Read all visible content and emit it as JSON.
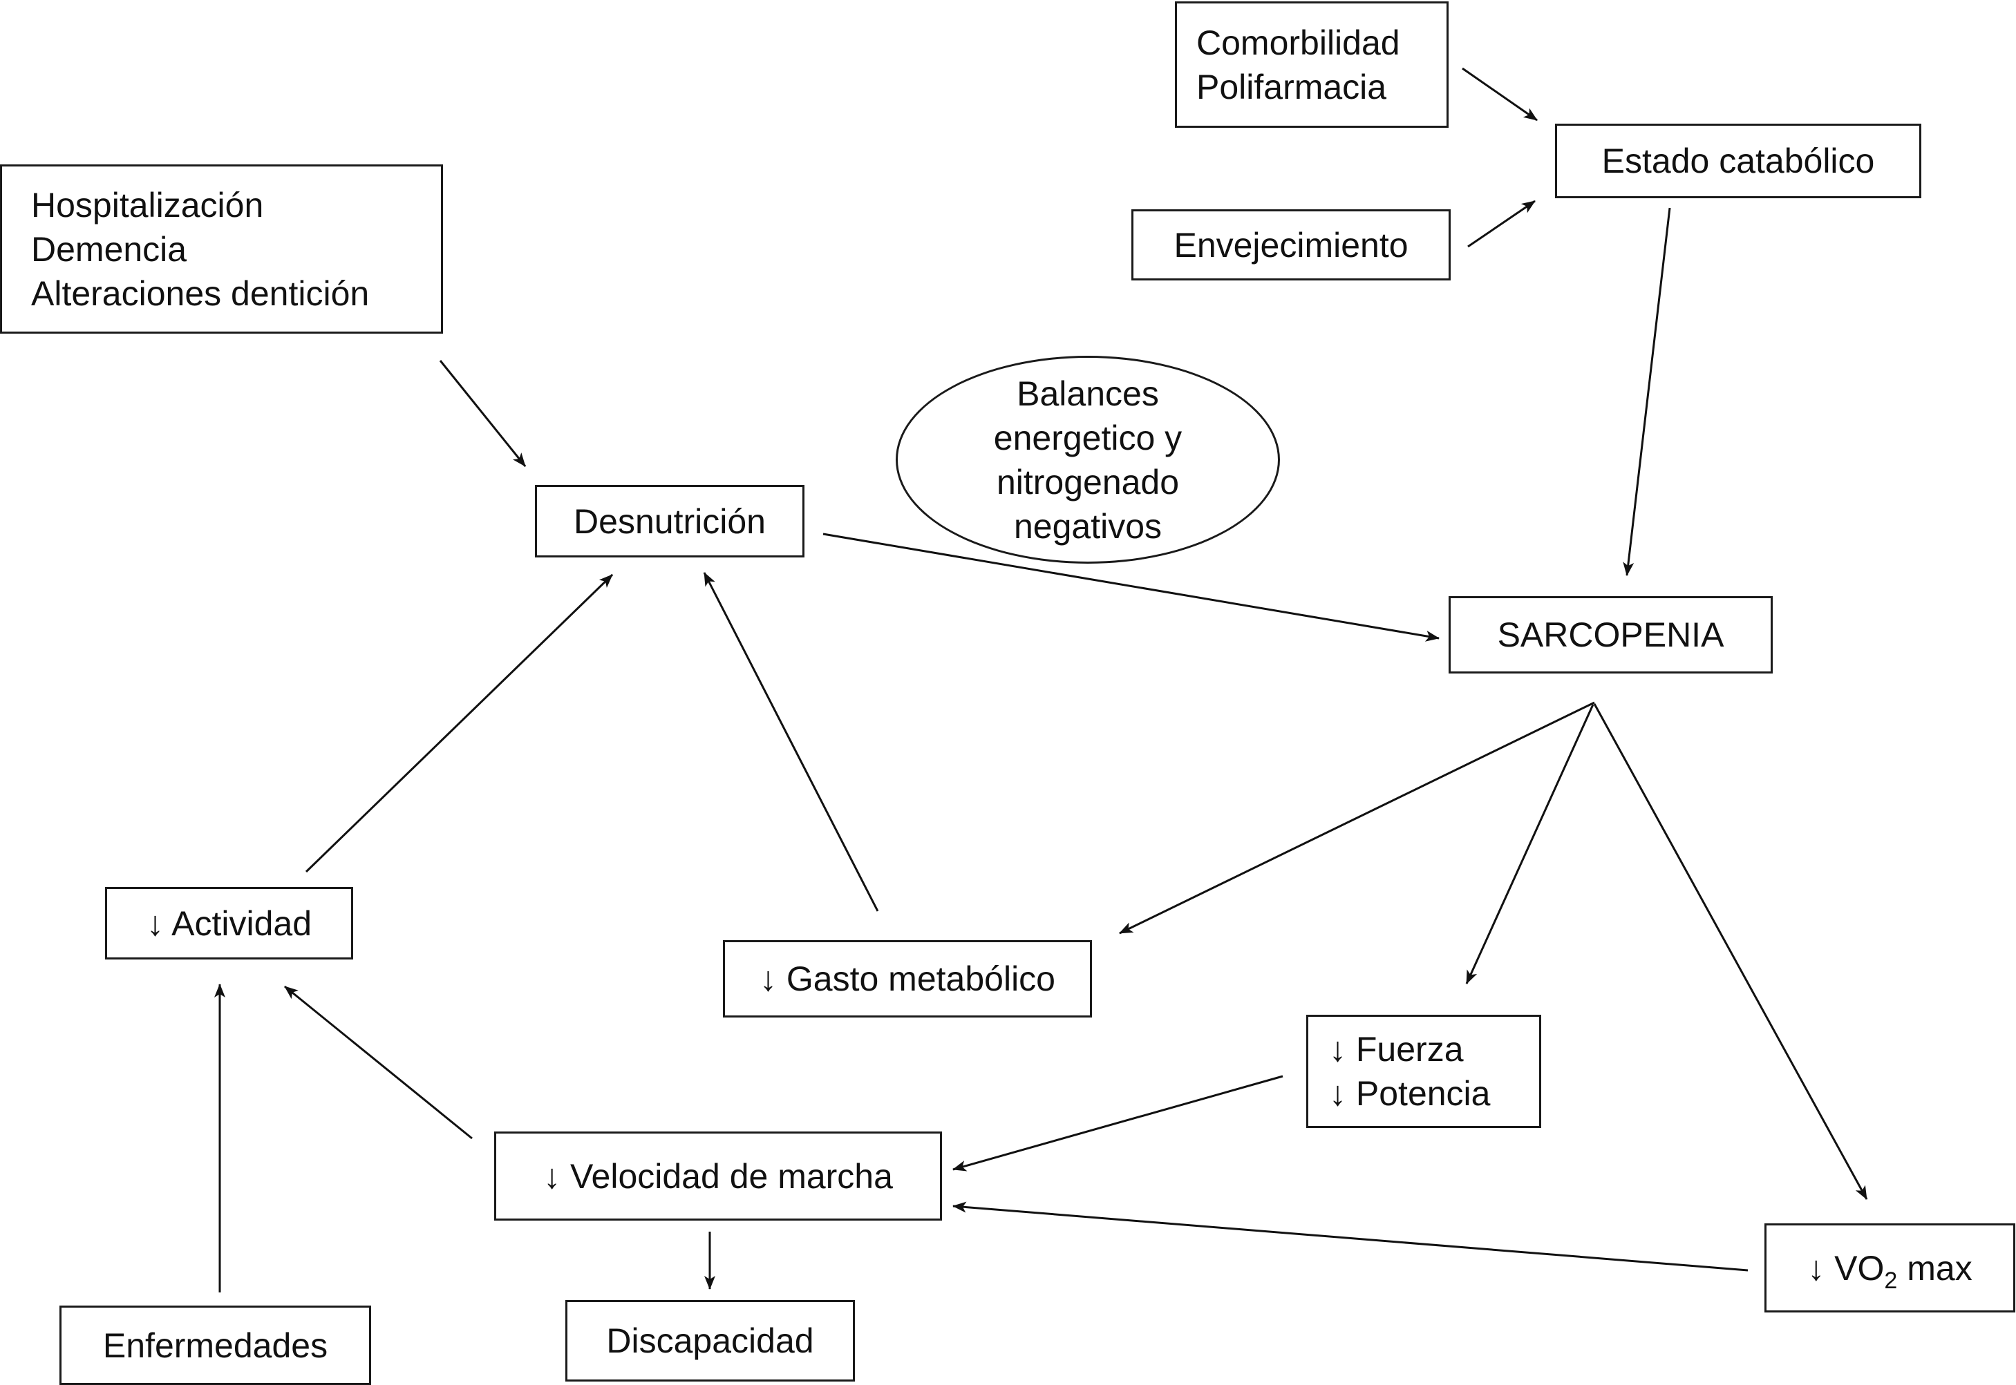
{
  "nodes": {
    "comorbilidad": {
      "lines": [
        "Comorbilidad",
        "Polifarmacia"
      ]
    },
    "estado_catabolico": {
      "label": "Estado catabólico"
    },
    "envejecimiento": {
      "label": "Envejecimiento"
    },
    "hospitalizacion": {
      "lines": [
        "Hospitalización",
        "Demencia",
        "Alteraciones dentición"
      ]
    },
    "balances": {
      "lines": [
        "Balances",
        "energetico y",
        "nitrogenado",
        "negativos"
      ]
    },
    "desnutricion": {
      "label": "Desnutrición"
    },
    "sarcopenia": {
      "label": "SARCOPENIA"
    },
    "actividad": {
      "label": "↓ Actividad"
    },
    "gasto": {
      "label": "↓ Gasto metabólico"
    },
    "fuerza": {
      "lines": [
        "↓ Fuerza",
        "↓ Potencia"
      ]
    },
    "velocidad": {
      "label": "↓ Velocidad de marcha"
    },
    "vo2": {
      "prefix": "↓ VO",
      "subscript": "2",
      "suffix": " max"
    },
    "enfermedades": {
      "label": "Enfermedades"
    },
    "discapacidad": {
      "label": "Discapacidad"
    }
  }
}
